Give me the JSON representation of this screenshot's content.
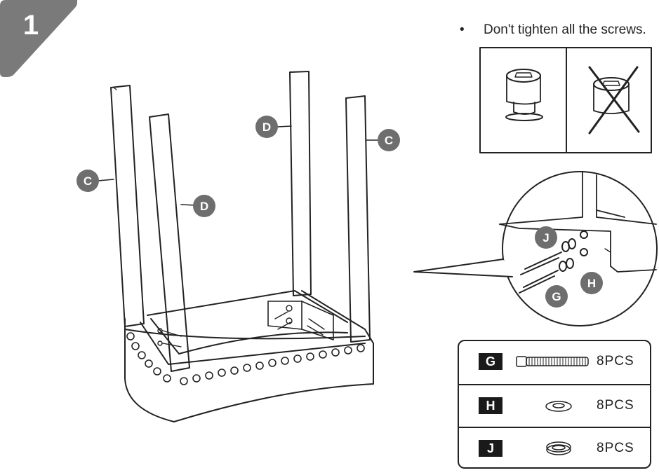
{
  "step": {
    "number": "1"
  },
  "labels": {
    "c": "C",
    "d": "D",
    "g": "G",
    "h": "H",
    "j": "J"
  },
  "note": {
    "bullet": "•",
    "text": "Don't tighten all the screws."
  },
  "parts": [
    {
      "code": "G",
      "qty": "8PCS",
      "icon": "bolt-icon"
    },
    {
      "code": "H",
      "qty": "8PCS",
      "icon": "flat-washer-icon"
    },
    {
      "code": "J",
      "qty": "8PCS",
      "icon": "spring-washer-icon"
    }
  ],
  "colors": {
    "badge": "#7a7a7a",
    "label": "#6e6e6e",
    "ink": "#222222"
  }
}
